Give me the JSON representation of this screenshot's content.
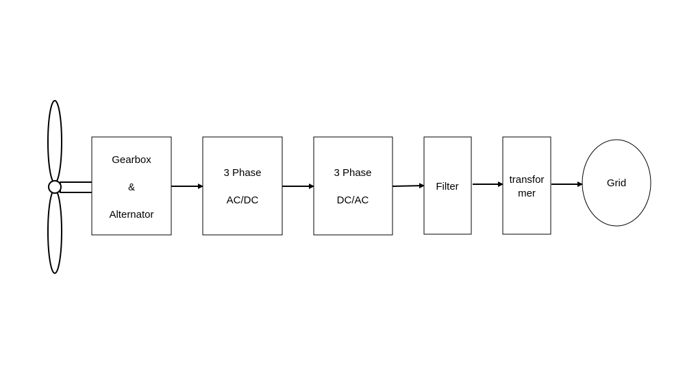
{
  "blocks": {
    "gearbox": {
      "line1": "Gearbox",
      "line2": "&",
      "line3": "Alternator"
    },
    "rectifier": {
      "line1": "3 Phase",
      "line2": "AC/DC"
    },
    "inverter": {
      "line1": "3 Phase",
      "line2": "DC/AC"
    },
    "filter": {
      "label": "Filter"
    },
    "transformer": {
      "line1": "transfor",
      "line2": "mer"
    },
    "grid": {
      "label": "Grid"
    }
  },
  "colors": {
    "stroke": "#000000",
    "background": "#ffffff"
  }
}
